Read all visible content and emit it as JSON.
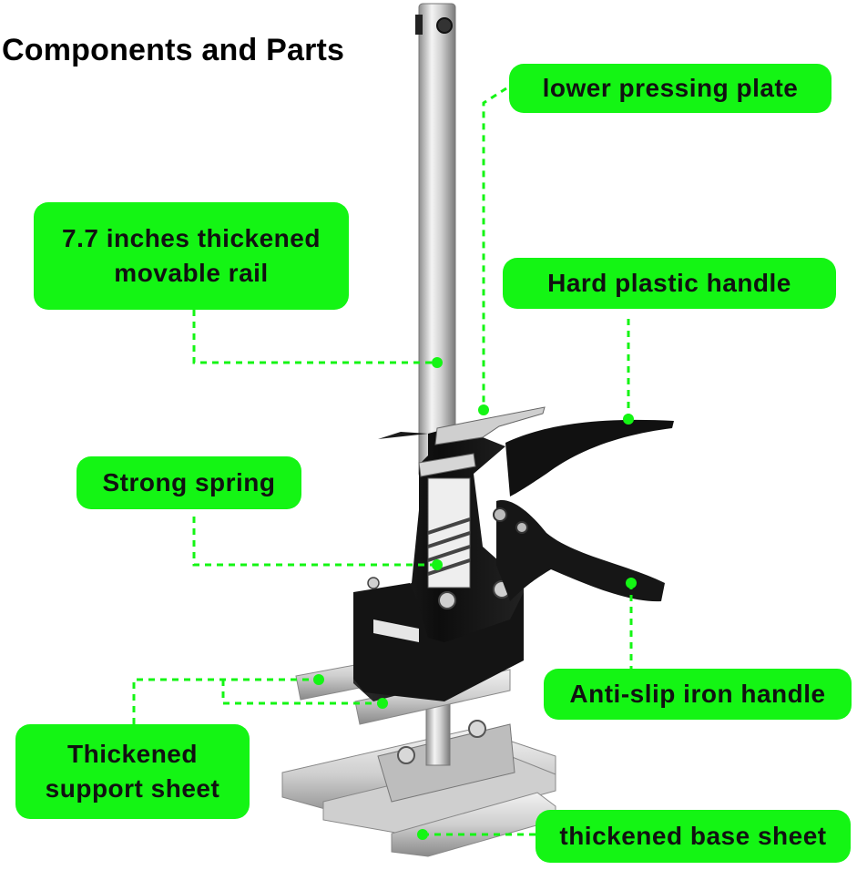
{
  "title": "Components and Parts",
  "accent_color": "#14f514",
  "callouts": [
    {
      "id": "lower-pressing-plate",
      "lines": [
        "lower pressing plate"
      ]
    },
    {
      "id": "movable-rail",
      "lines": [
        "7.7 inches thickened",
        "movable rail"
      ]
    },
    {
      "id": "plastic-handle",
      "lines": [
        "Hard plastic handle"
      ]
    },
    {
      "id": "strong-spring",
      "lines": [
        "Strong spring"
      ]
    },
    {
      "id": "iron-handle",
      "lines": [
        "Anti-slip iron handle"
      ]
    },
    {
      "id": "support-sheet",
      "lines": [
        "Thickened",
        "support sheet"
      ]
    },
    {
      "id": "base-sheet",
      "lines": [
        "thickened base sheet"
      ]
    }
  ]
}
